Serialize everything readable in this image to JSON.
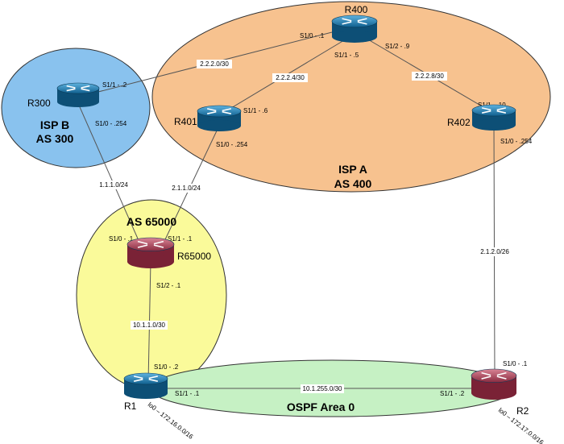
{
  "routers": {
    "r400": {
      "name": "R400",
      "kind": "blue"
    },
    "r401": {
      "name": "R401",
      "kind": "blue"
    },
    "r402": {
      "name": "R402",
      "kind": "blue"
    },
    "r300": {
      "name": "R300",
      "kind": "blue"
    },
    "r65000": {
      "name": "R65000",
      "kind": "red"
    },
    "r1": {
      "name": "R1",
      "kind": "blue"
    },
    "r2": {
      "name": "R2",
      "kind": "red"
    }
  },
  "zones": {
    "isp_b": {
      "line1": "ISP B",
      "line2": "AS 300"
    },
    "isp_a": {
      "line1": "ISP A",
      "line2": "AS 400"
    },
    "as65000": {
      "label": "AS 65000"
    },
    "ospf": {
      "label": "OSPF Area 0"
    }
  },
  "networks": {
    "n_2_2_2_0": "2.2.2.0/30",
    "n_2_2_2_4": "2.2.2.4/30",
    "n_2_2_2_8": "2.2.2.8/30",
    "n_1_1_1_0": "1.1.1.0/24",
    "n_2_1_1_0": "2.1.1.0/24",
    "n_2_1_2_0": "2.1.2.0/26",
    "n_10_1_1_0": "10.1.1.0/30",
    "n_10_1_255_0": "10.1.255.0/30"
  },
  "interfaces": {
    "r400_s10": "S1/0 - .1",
    "r400_s11": "S1/1 - .5",
    "r400_s12": "S1/2 - .9",
    "r300_s11": "S1/1 - .2",
    "r300_s10": "S1/0 - .254",
    "r401_s11": "S1/1 - .6",
    "r401_s10": "S1/0 - .254",
    "r402_s11": "S1/1 - .10",
    "r402_s10": "S1/0 - .254",
    "r65000_s10": "S1/0 - .1",
    "r65000_s11": "S1/1 - .1",
    "r65000_s12": "S1/2 - .1",
    "r1_s10": "S1/0 - .2",
    "r1_s11": "S1/1 - .1",
    "r2_s10": "S1/0 - .1",
    "r2_s11": "S1/1 - .2"
  },
  "loopbacks": {
    "r1_lo0": "lo0 – 172.16.0.0/16",
    "r2_lo0": "lo0 – 172.17.0.0/16"
  },
  "colors": {
    "isp_a_fill": "#f7c28f",
    "isp_b_fill": "#89c2ee",
    "as65000_fill": "#fafa9a",
    "ospf_fill": "#c6f1c4",
    "router_blue": "#1e7fb5",
    "router_red": "#b0435a",
    "link": "#555555"
  }
}
